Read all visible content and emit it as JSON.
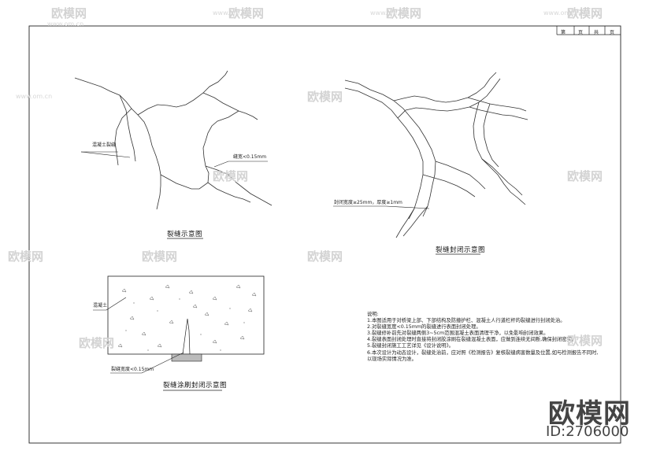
{
  "title_block": {
    "sheet_label": "第",
    "page_label": "页",
    "total_label": "共",
    "page_label_2": "页"
  },
  "diagram1": {
    "title": "裂缝示意图",
    "label_crack": "混凝土裂缝",
    "label_width": "缝宽<0.15mm"
  },
  "diagram2": {
    "title": "裂缝封闭示意图",
    "label_seal": "封闭宽度≥25mm，厚度≥1mm"
  },
  "diagram3": {
    "title": "裂缝涂刷封闭示意图",
    "label_concrete": "混凝土",
    "label_width": "裂缝宽度<0.15mm"
  },
  "notes": {
    "heading": "说明:",
    "lines": [
      "1.本图适用于对桥梁上部、下部结构及防撞护栏、混凝土人行道栏杆的裂缝进行封闭处治。",
      "2.对裂缝宽度<0.15mm的裂缝进行表面封闭处理。",
      "3.裂缝修补前先对裂缝两侧3~5cm范围混凝土表面清理干净，以免影响封闭效果。",
      "4.裂缝表面封闭处理时直接将封闭胶涂刷在裂缝混凝土表面，应做到连续无间断,确保封闭密实。",
      "5.裂缝封闭施工工艺详见《设计说明》。",
      "6.本次设计为动态设计，裂缝处治前，应对照《检测报告》复核裂缝病害数量及位置,如与检测报告不同时,",
      "  以现场实际情况为准。"
    ]
  },
  "watermark": {
    "brand": "欧模网",
    "url": "www.om.cn",
    "id": "ID:2706000"
  }
}
